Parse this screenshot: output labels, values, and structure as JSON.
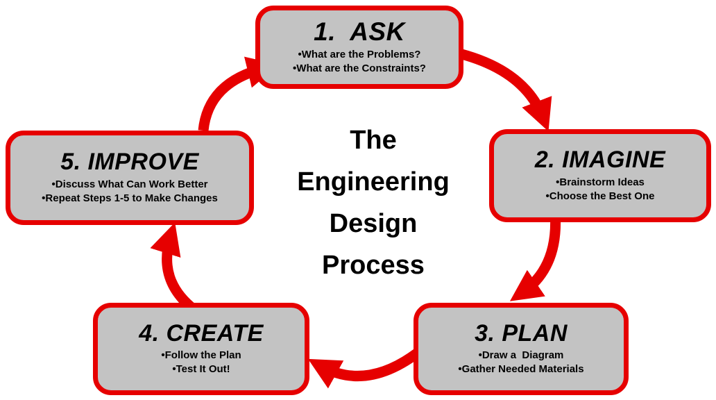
{
  "title": {
    "lines": [
      "The",
      "Engineering",
      "Design",
      "Process"
    ]
  },
  "colors": {
    "accent_red": "#e60000",
    "box_fill": "#c3c3c3",
    "text": "#000000"
  },
  "steps": [
    {
      "id": "ask",
      "title": "1.  ASK",
      "bullets": [
        "What are the Problems?",
        "What are the Constraints?"
      ]
    },
    {
      "id": "imagine",
      "title": "2. IMAGINE",
      "bullets": [
        "Brainstorm Ideas",
        "Choose the Best One"
      ]
    },
    {
      "id": "plan",
      "title": "3. PLAN",
      "bullets": [
        "Draw a  Diagram",
        "Gather Needed Materials"
      ]
    },
    {
      "id": "create",
      "title": "4. CREATE",
      "bullets": [
        "Follow the Plan",
        "Test It Out!"
      ]
    },
    {
      "id": "improve",
      "title": "5. IMPROVE",
      "bullets": [
        "Discuss What Can Work Better",
        "Repeat Steps 1-5 to Make Changes"
      ]
    }
  ]
}
